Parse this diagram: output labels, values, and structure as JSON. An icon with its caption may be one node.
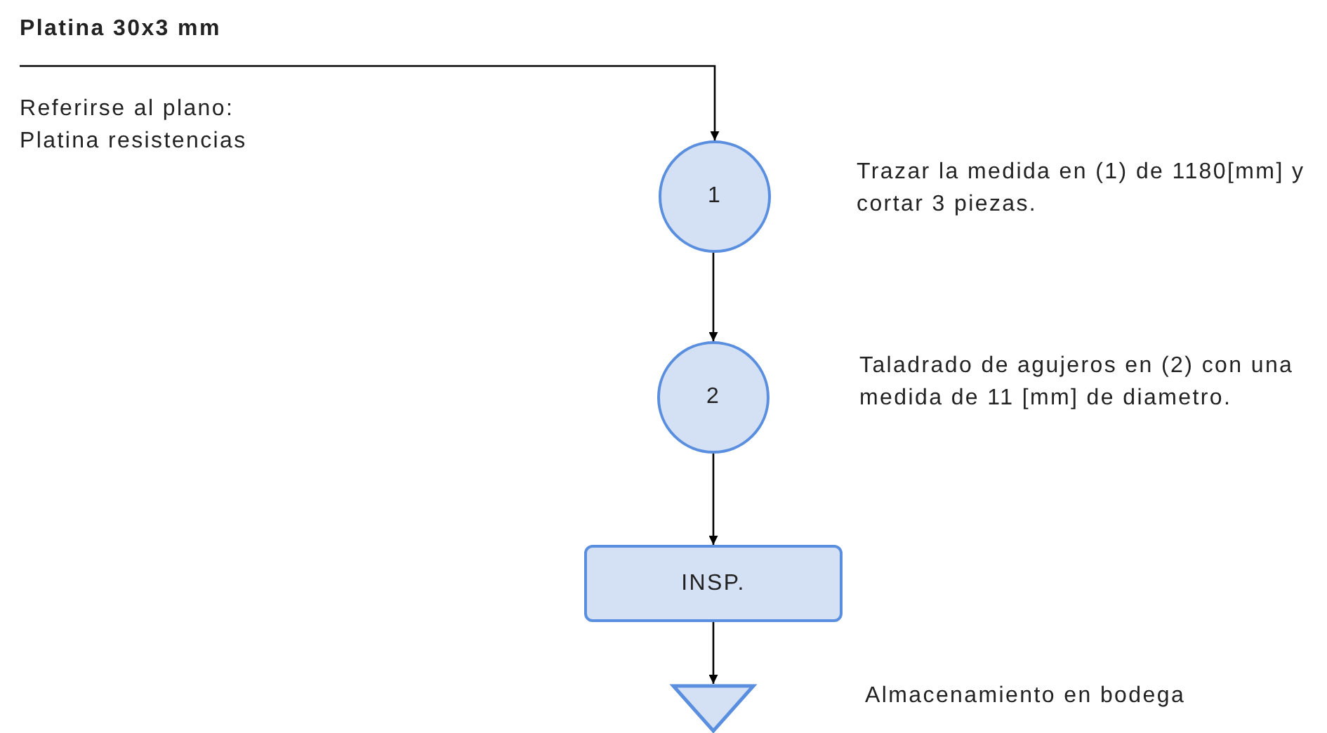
{
  "diagram": {
    "nodes": [
      {
        "text": [
          "Platina 30x3 mm"
        ]
      },
      {
        "text": [
          "1"
        ]
      },
      {
        "text": [
          "2"
        ]
      },
      {
        "text": [
          "INSP."
        ]
      },
      {
        "text": [],
        "shape": "triangle"
      }
    ],
    "edges": [
      {
        "from": 0,
        "to": 1,
        "arrow": "to"
      },
      {
        "from": 1,
        "to": 2,
        "arrow": "to"
      },
      {
        "from": 2,
        "to": 3,
        "arrow": "to"
      },
      {
        "from": 3,
        "to": 4,
        "arrow": "to"
      }
    ],
    "labels": [
      "Referirse al plano: Platina resistencias",
      "Trazar la medida en (1) de 1180[mm] y cortar 3 piezas.",
      "Taladrado de agujeros en (2) con una medida de 11 [mm] de diametro.",
      "Almacenamiento en bodega"
    ]
  }
}
